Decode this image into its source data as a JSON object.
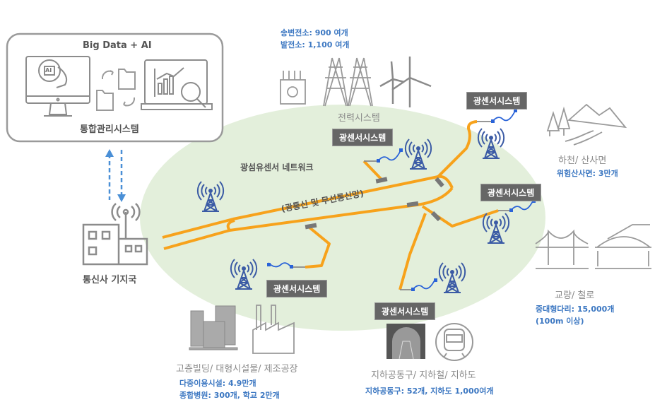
{
  "central_system": {
    "title": "Big Data  + AI",
    "label": "통합관리시스템",
    "ai_chip": "AI"
  },
  "base_station": {
    "label": "통신사 기지국"
  },
  "network": {
    "title": "광섬유센서 네트워크",
    "subtitle": "(광통신 및 무선통신망)"
  },
  "sensor_label": "광센서시스템",
  "sensors": [
    {
      "label": "광센서시스템"
    },
    {
      "label": "광센서시스템"
    },
    {
      "label": "광센서시스템"
    },
    {
      "label": "광센서시스템"
    },
    {
      "label": "광센서시스템"
    }
  ],
  "power": {
    "stats": [
      "송변전소: 900 여개",
      "발전소: 1,100 여개"
    ],
    "label": "전력시스템"
  },
  "slope": {
    "label": "하천/ 산사면",
    "stats": [
      "위험산사면: 3만개"
    ]
  },
  "bridge": {
    "label": "교량/ 철로",
    "stats": [
      "중대형다리: 15,000개",
      "(100m 이상)"
    ]
  },
  "building": {
    "label": "고층빌딩/ 대형시설물/ 제조공장",
    "stats": [
      "다중이용시설: 4.9만개",
      "종합병원: 300개, 학교 2만개"
    ]
  },
  "underground": {
    "label": "지하공동구/ 지하철/ 지하도",
    "stats": [
      "지하공동구: 52개, 지하도 1,000여개"
    ]
  },
  "colors": {
    "fiber": "#f7a21b",
    "zone": "#e3efdb",
    "tower": "#3b5ba5",
    "stat_text": "#3d78c2",
    "badge": "#666666"
  }
}
